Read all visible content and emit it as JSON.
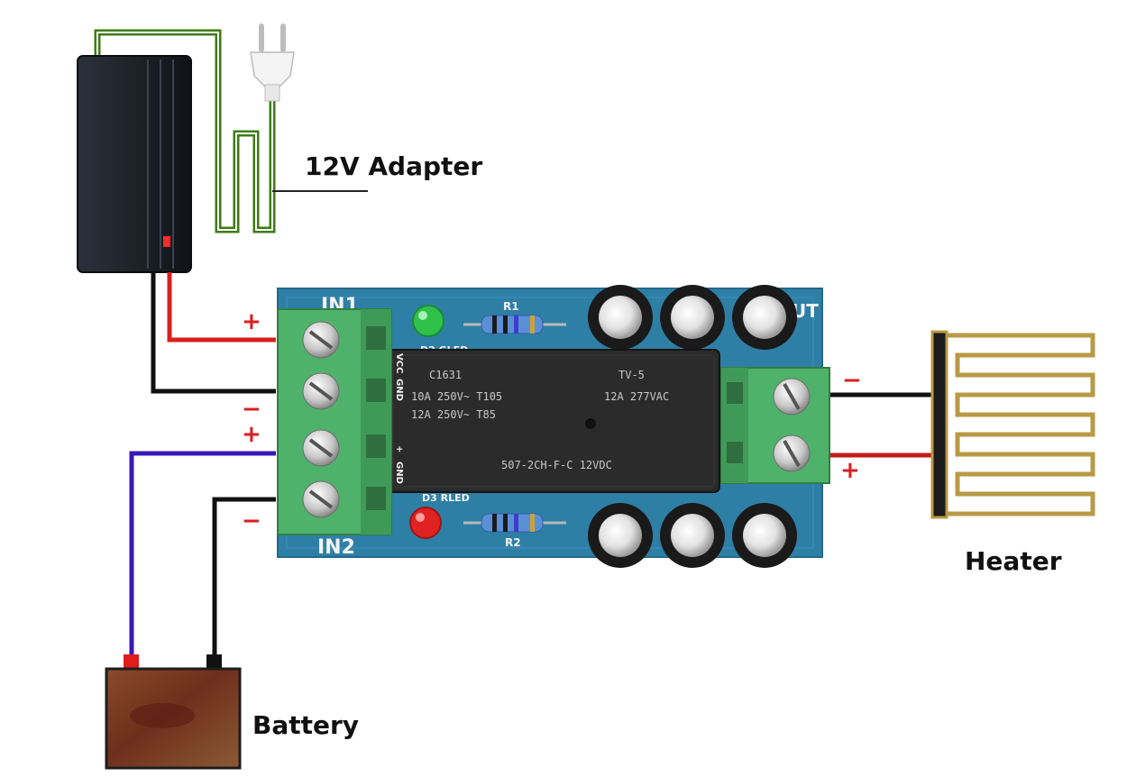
{
  "labels": {
    "adapter": "12V Adapter",
    "heater": "Heater",
    "battery": "Battery"
  },
  "board": {
    "in1": "IN1",
    "in2": "IN2",
    "out": "UT",
    "r1": "R1",
    "r2": "R2",
    "gled": "D2 GLED",
    "rled": "D3 RLED",
    "relay_lines": [
      "C1631",
      "10A 250V~ T105",
      "12A 250V~ T85",
      "507-2CH-F-C 12VDC",
      "TV-5",
      "12A 277VAC"
    ],
    "pin_labels": [
      "VCC",
      "GND",
      "+",
      "GND"
    ]
  },
  "signs": {
    "in1_pos": "+",
    "in1_neg": "−",
    "in2_pos": "+",
    "in2_neg": "−",
    "out_neg": "−",
    "out_pos": "+"
  },
  "colors": {
    "pcb": "#2e7fa6",
    "terminal": "#4fb26a",
    "relay": "#2b2b2b",
    "wire_red": "#d8201f",
    "wire_black": "#111111",
    "wire_blue": "#3a18b8",
    "wire_green": "#3f7b14",
    "heater": "#b89a45",
    "battery": "#7a3d22"
  }
}
